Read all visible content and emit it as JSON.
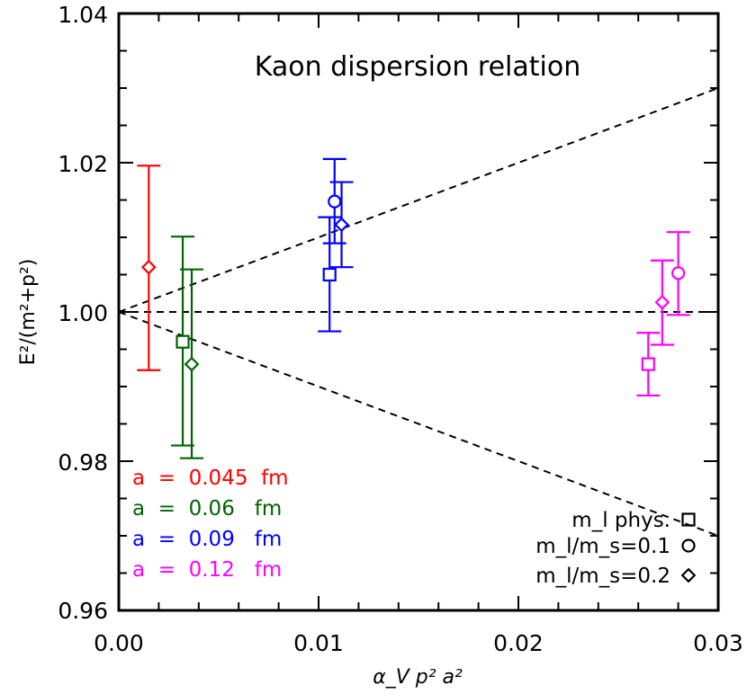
{
  "chart_data": {
    "type": "scatter",
    "title": "Kaon dispersion relation",
    "xlabel": "α_V p² a²",
    "ylabel": "E²/(m²+p²)",
    "xlim": [
      0.0,
      0.03
    ],
    "ylim": [
      0.96,
      1.04
    ],
    "xticks": [
      "0.00",
      "0.01",
      "0.02",
      "0.03"
    ],
    "yticks": [
      "0.96",
      "0.98",
      "1.00",
      "1.02",
      "1.04"
    ],
    "grid": false,
    "lattice_legend": [
      {
        "label": "a  =  0.045  fm",
        "color": "#ff0000"
      },
      {
        "label": "a  =  0.06   fm",
        "color": "#006400"
      },
      {
        "label": "a  =  0.09   fm",
        "color": "#0000ff"
      },
      {
        "label": "a  =  0.12   fm",
        "color": "#ff00ff"
      }
    ],
    "marker_legend": [
      {
        "label": "m_l phys.",
        "marker": "square"
      },
      {
        "label": "m_l/m_s=0.1",
        "marker": "circle"
      },
      {
        "label": "m_l/m_s=0.2",
        "marker": "diamond"
      }
    ],
    "points": [
      {
        "color": "#ff0000",
        "marker": "diamond",
        "x": 0.0015,
        "y": 1.006,
        "ylo": 0.9922,
        "yhi": 1.0196
      },
      {
        "color": "#006400",
        "marker": "square",
        "x": 0.0032,
        "y": 0.996,
        "ylo": 0.9821,
        "yhi": 1.0101
      },
      {
        "color": "#006400",
        "marker": "diamond",
        "x": 0.00365,
        "y": 0.993,
        "ylo": 0.9804,
        "yhi": 1.0057
      },
      {
        "color": "#0000ff",
        "marker": "square",
        "x": 0.01055,
        "y": 1.005,
        "ylo": 0.9974,
        "yhi": 1.0127
      },
      {
        "color": "#0000ff",
        "marker": "circle",
        "x": 0.0108,
        "y": 1.0148,
        "ylo": 1.0092,
        "yhi": 1.0205
      },
      {
        "color": "#0000ff",
        "marker": "diamond",
        "x": 0.01115,
        "y": 1.0117,
        "ylo": 1.006,
        "yhi": 1.0174
      },
      {
        "color": "#ff00ff",
        "marker": "square",
        "x": 0.0265,
        "y": 0.993,
        "ylo": 0.9888,
        "yhi": 0.9972
      },
      {
        "color": "#ff00ff",
        "marker": "diamond",
        "x": 0.0272,
        "y": 1.0013,
        "ylo": 0.9956,
        "yhi": 1.0069
      },
      {
        "color": "#ff00ff",
        "marker": "circle",
        "x": 0.028,
        "y": 1.0052,
        "ylo": 0.9996,
        "yhi": 1.0107
      }
    ],
    "reference_lines": [
      {
        "x": [
          0.0,
          0.03
        ],
        "y": [
          1.0,
          1.03
        ]
      },
      {
        "x": [
          0.0,
          0.03
        ],
        "y": [
          1.0,
          1.0
        ]
      },
      {
        "x": [
          0.0,
          0.03
        ],
        "y": [
          1.0,
          0.97
        ]
      }
    ]
  }
}
